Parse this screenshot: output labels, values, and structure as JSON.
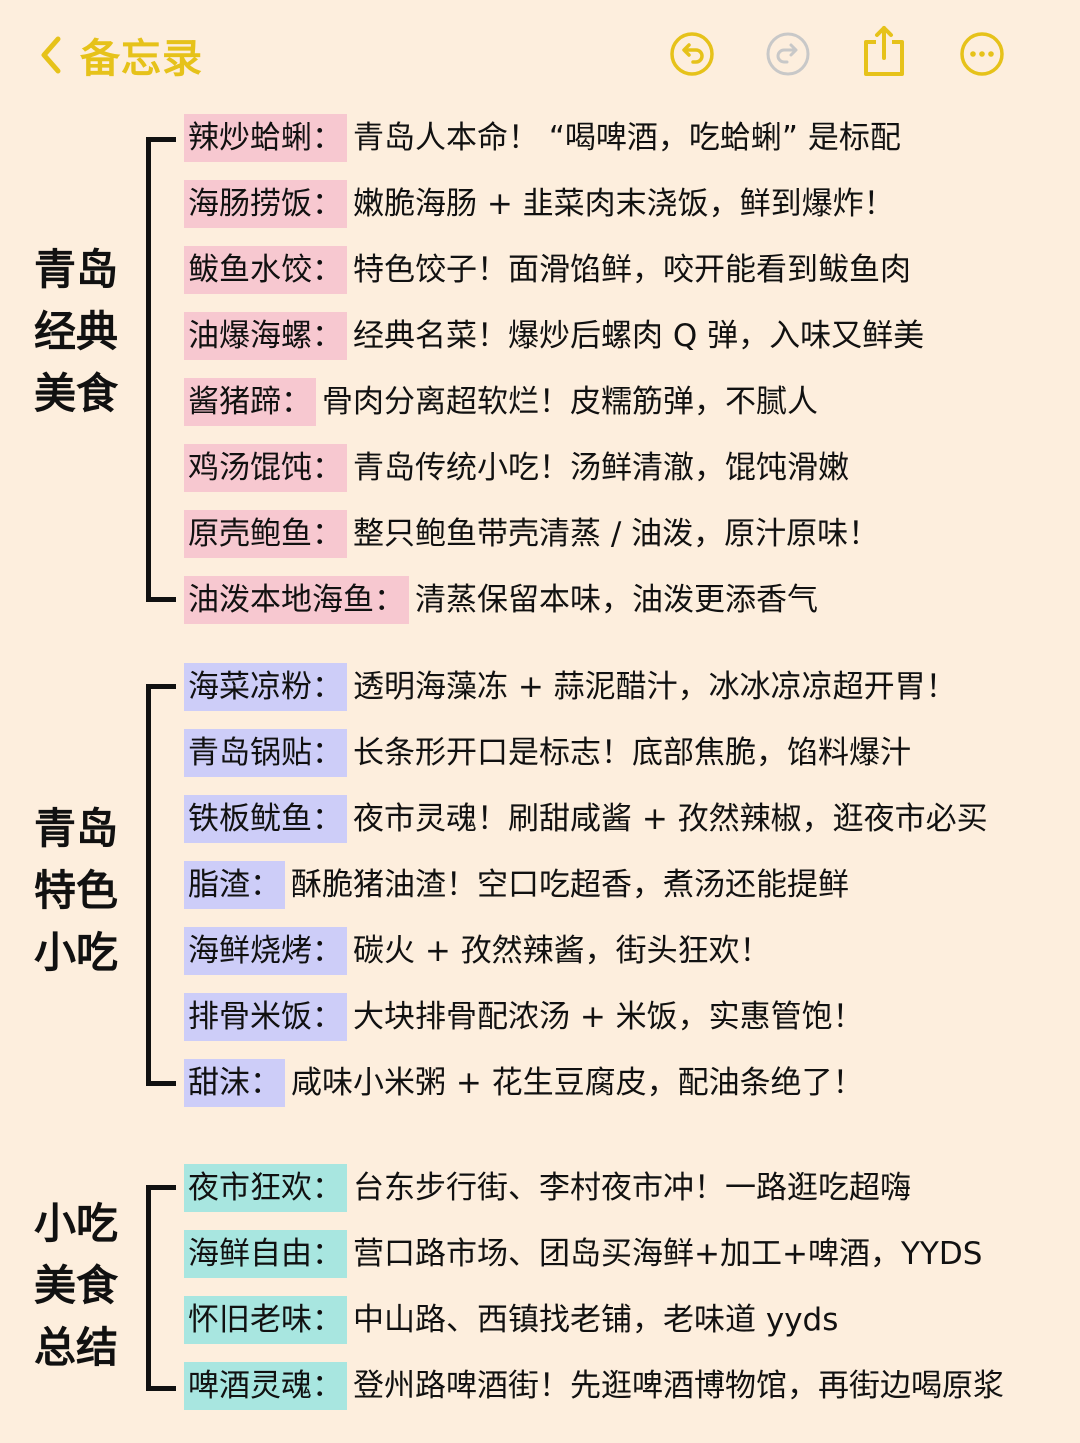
{
  "nav": {
    "back_label": "备忘录",
    "icons": [
      "undo-icon",
      "redo-icon",
      "share-icon",
      "more-icon"
    ],
    "accent": "#e6c21a",
    "disabled": "#c8c8c8"
  },
  "colors": {
    "background": "#fdeedd",
    "pink_tag": "#f7c8d0",
    "purple_tag": "#cdcdf8",
    "teal_tag": "#a8e6e0"
  },
  "sections": [
    {
      "title_lines": [
        "青岛",
        "经典",
        "美食"
      ],
      "tag_color": "#f7c8d0",
      "items": [
        {
          "name": "辣炒蛤蜊：",
          "desc": "青岛人本命！ “喝啤酒，吃蛤蜊” 是标配"
        },
        {
          "name": "海肠捞饭：",
          "desc": "嫩脆海肠 + 韭菜肉末浇饭，鲜到爆炸！"
        },
        {
          "name": "鲅鱼水饺：",
          "desc": "特色饺子！面滑馅鲜，咬开能看到鲅鱼肉"
        },
        {
          "name": "油爆海螺：",
          "desc": "经典名菜！爆炒后螺肉 Q 弹，入味又鲜美"
        },
        {
          "name": "酱猪蹄：",
          "desc": "骨肉分离超软烂！皮糯筋弹，不腻人"
        },
        {
          "name": "鸡汤馄饨：",
          "desc": "青岛传统小吃！汤鲜清澈，馄饨滑嫩"
        },
        {
          "name": "原壳鲍鱼：",
          "desc": "整只鲍鱼带壳清蒸 / 油泼，原汁原味！"
        },
        {
          "name": "油泼本地海鱼：",
          "desc": "清蒸保留本味，油泼更添香气"
        }
      ]
    },
    {
      "title_lines": [
        "青岛",
        "特色",
        "小吃"
      ],
      "tag_color": "#cdcdf8",
      "items": [
        {
          "name": "海菜凉粉：",
          "desc": "透明海藻冻 + 蒜泥醋汁，冰冰凉凉超开胃！"
        },
        {
          "name": "青岛锅贴：",
          "desc": "长条形开口是标志！底部焦脆，馅料爆汁"
        },
        {
          "name": "铁板鱿鱼：",
          "desc": "夜市灵魂！刷甜咸酱 + 孜然辣椒，逛夜市必买"
        },
        {
          "name": "脂渣：",
          "desc": "酥脆猪油渣！空口吃超香，煮汤还能提鲜"
        },
        {
          "name": "海鲜烧烤：",
          "desc": "碳火 + 孜然辣酱，街头狂欢！"
        },
        {
          "name": "排骨米饭：",
          "desc": "大块排骨配浓汤 + 米饭，实惠管饱！"
        },
        {
          "name": "甜沫：",
          "desc": "咸味小米粥 + 花生豆腐皮，配油条绝了！"
        }
      ]
    },
    {
      "title_lines": [
        "小吃",
        "美食",
        "总结"
      ],
      "tag_color": "#a8e6e0",
      "items": [
        {
          "name": "夜市狂欢：",
          "desc": "台东步行街、李村夜市冲！一路逛吃超嗨"
        },
        {
          "name": "海鲜自由：",
          "desc": "营口路市场、团岛买海鲜+加工+啤酒，YYDS"
        },
        {
          "name": "怀旧老味：",
          "desc": "中山路、西镇找老铺，老味道 yyds"
        },
        {
          "name": "啤酒灵魂：",
          "desc": "登州路啤酒街！先逛啤酒博物馆，再街边喝原浆"
        }
      ]
    }
  ]
}
